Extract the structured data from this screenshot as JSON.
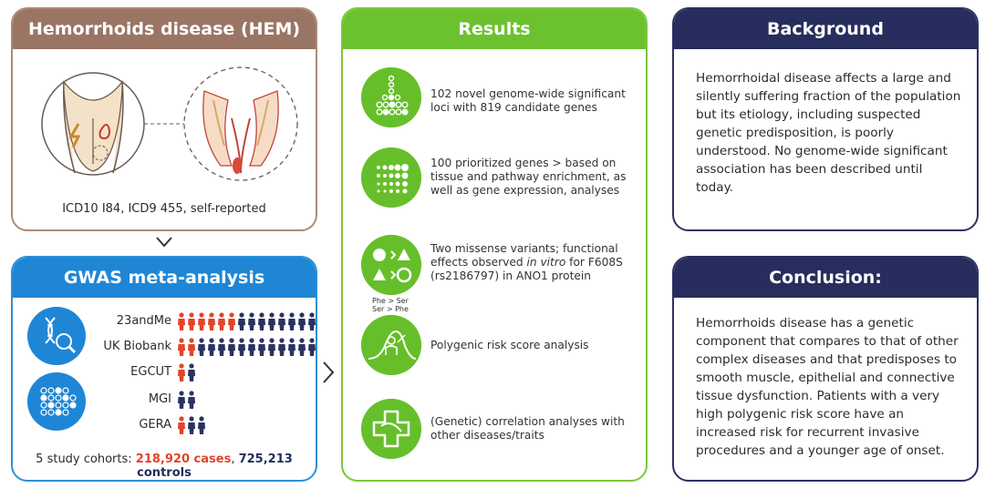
{
  "hem": {
    "title": "Hemorrhoids disease (HEM)",
    "caption": "ICD10 I84, ICD9 455, self-reported"
  },
  "gwas": {
    "title": "GWAS meta-analysis",
    "cohorts": [
      {
        "name": "23andMe"
      },
      {
        "name": "UK Biobank"
      },
      {
        "name": "EGCUT"
      },
      {
        "name": "MGI"
      },
      {
        "name": "GERA"
      }
    ],
    "footer_prefix": "5 study cohorts:",
    "cases": "218,920 cases",
    "separator": ",",
    "controls": "725,213 controls"
  },
  "results": {
    "title": "Results",
    "items": [
      {
        "text": "102 novel genome-wide significant loci with 819 candidate genes",
        "icon": "genome-loci-icon"
      },
      {
        "text": "100 prioritized genes > based on tissue and pathway enrichment, as well as gene expression, analyses",
        "icon": "dot-matrix-icon"
      },
      {
        "text_before": "Two missense variants; functional effects observed ",
        "text_em": "in vitro",
        "text_after": " for F608S (rs2186797) in ANO1 protein",
        "icon": "shapes-icon",
        "sub1": "Phe > Ser",
        "sub2": "Ser > Phe"
      },
      {
        "text": "Polygenic risk score analysis",
        "icon": "risk-score-icon"
      },
      {
        "text": "(Genetic) correlation analyses with other diseases/traits",
        "icon": "correlation-icon"
      }
    ]
  },
  "background": {
    "title": "Background",
    "text": "Hemorrhoidal disease affects a large and silently suffering fraction of the population but its etiology, including suspected genetic predisposition, is poorly understood. No genome-wide significant association has been described until today."
  },
  "conclusion": {
    "title": "Conclusion:",
    "text": "Hemorrhoids disease has a genetic component that compares to that of other complex diseases and that predisposes to smooth muscle, epithelial and connective tissue dysfunction. Patients with a very high polygenic risk score have an increased risk for recurrent invasive procedures and a younger age of onset."
  },
  "colors": {
    "hem": "#9a7564",
    "gwas": "#1f86d6",
    "results": "#6cc12f",
    "navy": "#272d5c",
    "case": "#e0452a",
    "control": "#2b3260"
  }
}
